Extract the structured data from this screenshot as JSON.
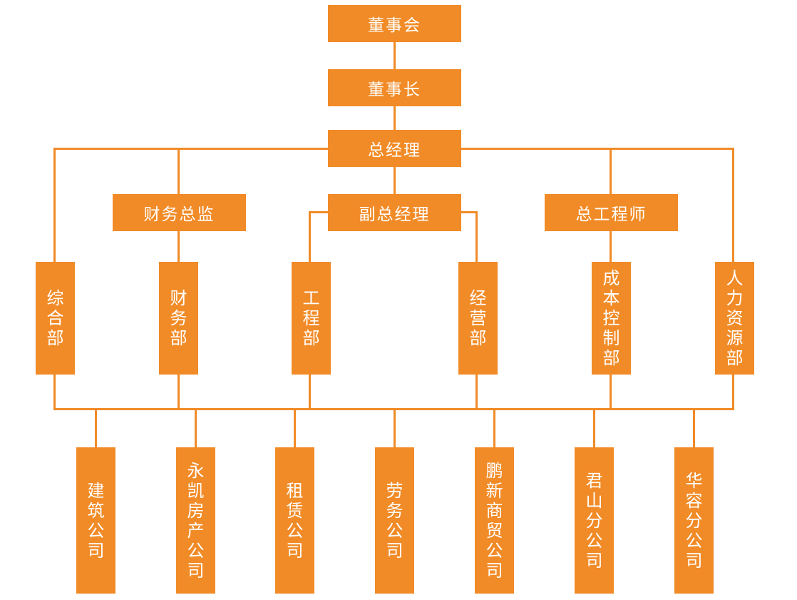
{
  "colors": {
    "box": "#f18b27",
    "line": "#f18b27",
    "text": "#ffffff",
    "background": "#ffffff"
  },
  "top": {
    "board": "董事会",
    "chairman": "董事长",
    "general_manager": "总经理"
  },
  "middle": {
    "finance_director": "财务总监",
    "deputy_general_manager": "副总经理",
    "chief_engineer": "总工程师"
  },
  "departments": {
    "general_affairs": "综合部",
    "finance": "财务部",
    "engineering": "工程部",
    "operations": "经营部",
    "cost_control": "成本控制部",
    "human_resources": "人力资源部"
  },
  "companies": {
    "construction": "建筑公司",
    "yongkai_real_estate": "永凯房产公司",
    "leasing": "租赁公司",
    "labor": "劳务公司",
    "pengxin_trading": "鹏新商贸公司",
    "junshan_branch": "君山分公司",
    "huarong_branch": "华容分公司"
  }
}
